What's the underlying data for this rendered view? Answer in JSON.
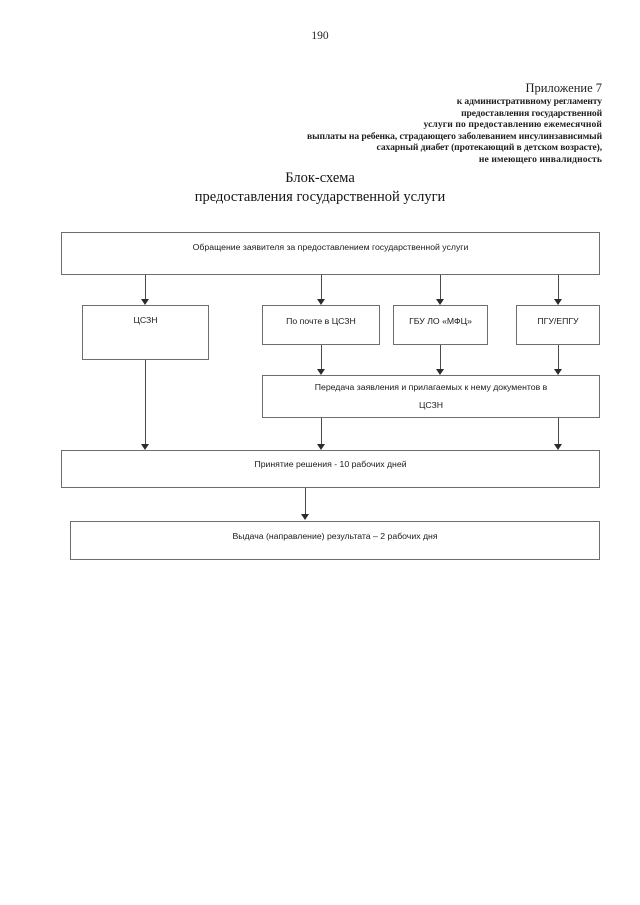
{
  "page": {
    "number": "190"
  },
  "appendix": {
    "title": "Приложение 7",
    "lines": [
      "к административному регламенту",
      "предоставления государственной",
      "услуги по предоставлению ежемесячной",
      "выплаты  на  ребенка, страдающего заболеванием инсулинзависимый",
      "сахарный диабет (протекающий в детском возрасте),",
      "не имеющего инвалидность"
    ]
  },
  "doc_title": {
    "line1": "Блок-схема",
    "line2": "предоставления государственной услуги"
  },
  "flowchart": {
    "nodes": {
      "request": "Обращение заявителя за предоставлением государственной услуги",
      "cszn": "ЦСЗН",
      "mail": "По почте в ЦСЗН",
      "mfc": "ГБУ ЛО «МФЦ»",
      "pgu": "ПГУ/ЕПГУ",
      "transfer_line1": "Передача заявления и прилагаемых к нему документов в",
      "transfer_line2": "ЦСЗН",
      "decision": "Принятие решения - 10 рабочих дней",
      "result": "Выдача (направление) результата – 2 рабочих дня"
    },
    "colors": {
      "border": "#6e6e6e",
      "connector": "#4a4a4a",
      "text": "#1a1a1a",
      "background": "#ffffff"
    }
  }
}
